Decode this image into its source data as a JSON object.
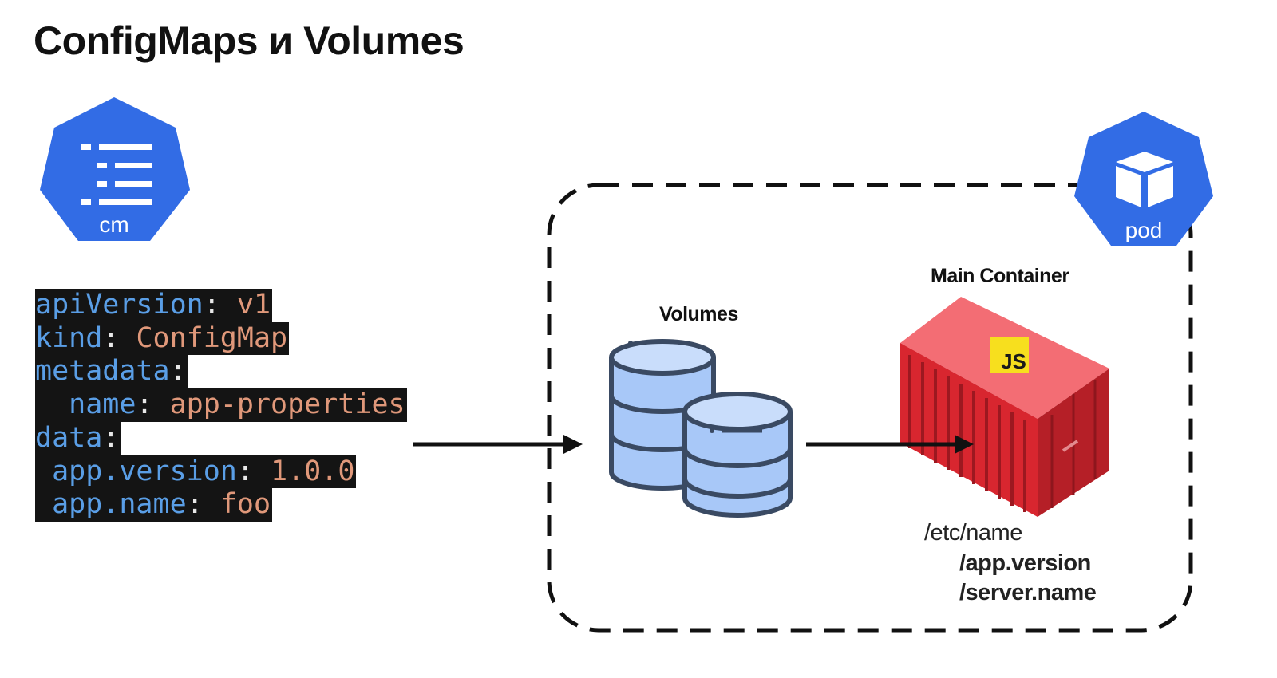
{
  "title": "ConfigMaps и Volumes",
  "icons": {
    "configmap": {
      "label": "cm",
      "icon": "configmap-icon",
      "color": "#326ce5"
    },
    "pod": {
      "label": "pod",
      "icon": "pod-icon",
      "color": "#326ce5"
    }
  },
  "yaml": [
    {
      "key": "apiVersion",
      "sep": ": ",
      "value": "v1",
      "indent": ""
    },
    {
      "key": "kind",
      "sep": ": ",
      "value": "ConfigMap",
      "indent": ""
    },
    {
      "key": "metadata",
      "sep": ":",
      "value": "",
      "indent": ""
    },
    {
      "key": "name",
      "sep": ": ",
      "value": "app-properties",
      "indent": "  "
    },
    {
      "key": "data",
      "sep": ":",
      "value": "",
      "indent": ""
    },
    {
      "key": "app.version",
      "sep": ": ",
      "value": "1.0.0",
      "indent": " "
    },
    {
      "key": "app.name",
      "sep": ": ",
      "value": "foo",
      "indent": " "
    }
  ],
  "volumes": {
    "label": "Volumes",
    "icon": "database-icon",
    "color": "#a8c8f8"
  },
  "container": {
    "label": "Main Container",
    "badge": "JS",
    "icon": "shipping-container-icon",
    "color": "#e8323c",
    "badge_color": "#f7df1e"
  },
  "paths": {
    "root": "/etc/name",
    "file1": "/app.version",
    "file2": "/server.name"
  }
}
